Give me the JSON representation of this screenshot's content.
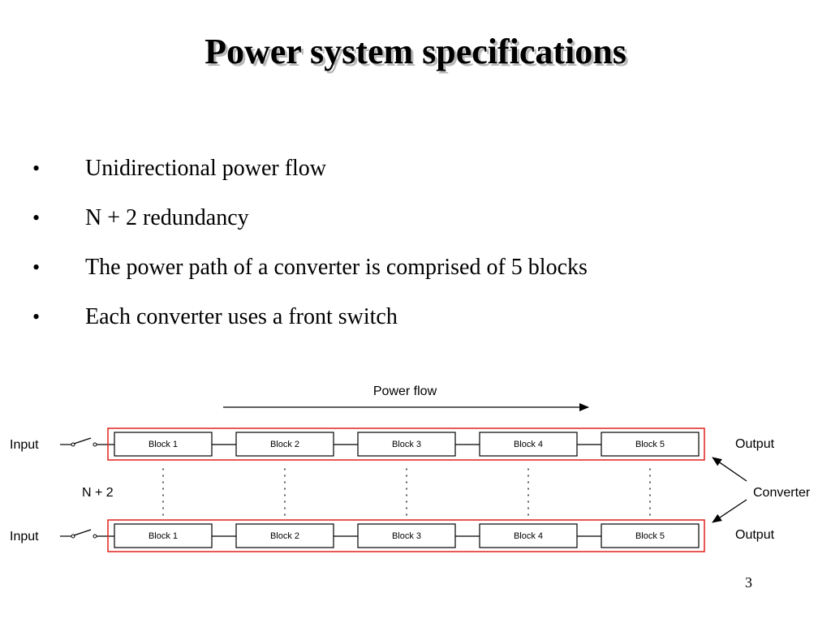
{
  "slide": {
    "title": "Power system specifications",
    "page_number": "3"
  },
  "bullets": [
    "Unidirectional power flow",
    "N + 2 redundancy",
    "The power path of a converter is comprised of 5 blocks",
    "Each converter uses a front switch"
  ],
  "bullet_glyph": "•",
  "diagram": {
    "power_flow_label": "Power flow",
    "redundancy_label": "N + 2",
    "converter_label": "Converter",
    "rows": [
      {
        "input_label": "Input",
        "output_label": "Output",
        "blocks": [
          "Block 1",
          "Block 2",
          "Block 3",
          "Block 4",
          "Block 5"
        ]
      },
      {
        "input_label": "Input",
        "output_label": "Output",
        "blocks": [
          "Block 1",
          "Block 2",
          "Block 3",
          "Block 4",
          "Block 5"
        ]
      }
    ],
    "colors": {
      "converter_outline": "#e0201c",
      "lines": "#000000"
    }
  }
}
